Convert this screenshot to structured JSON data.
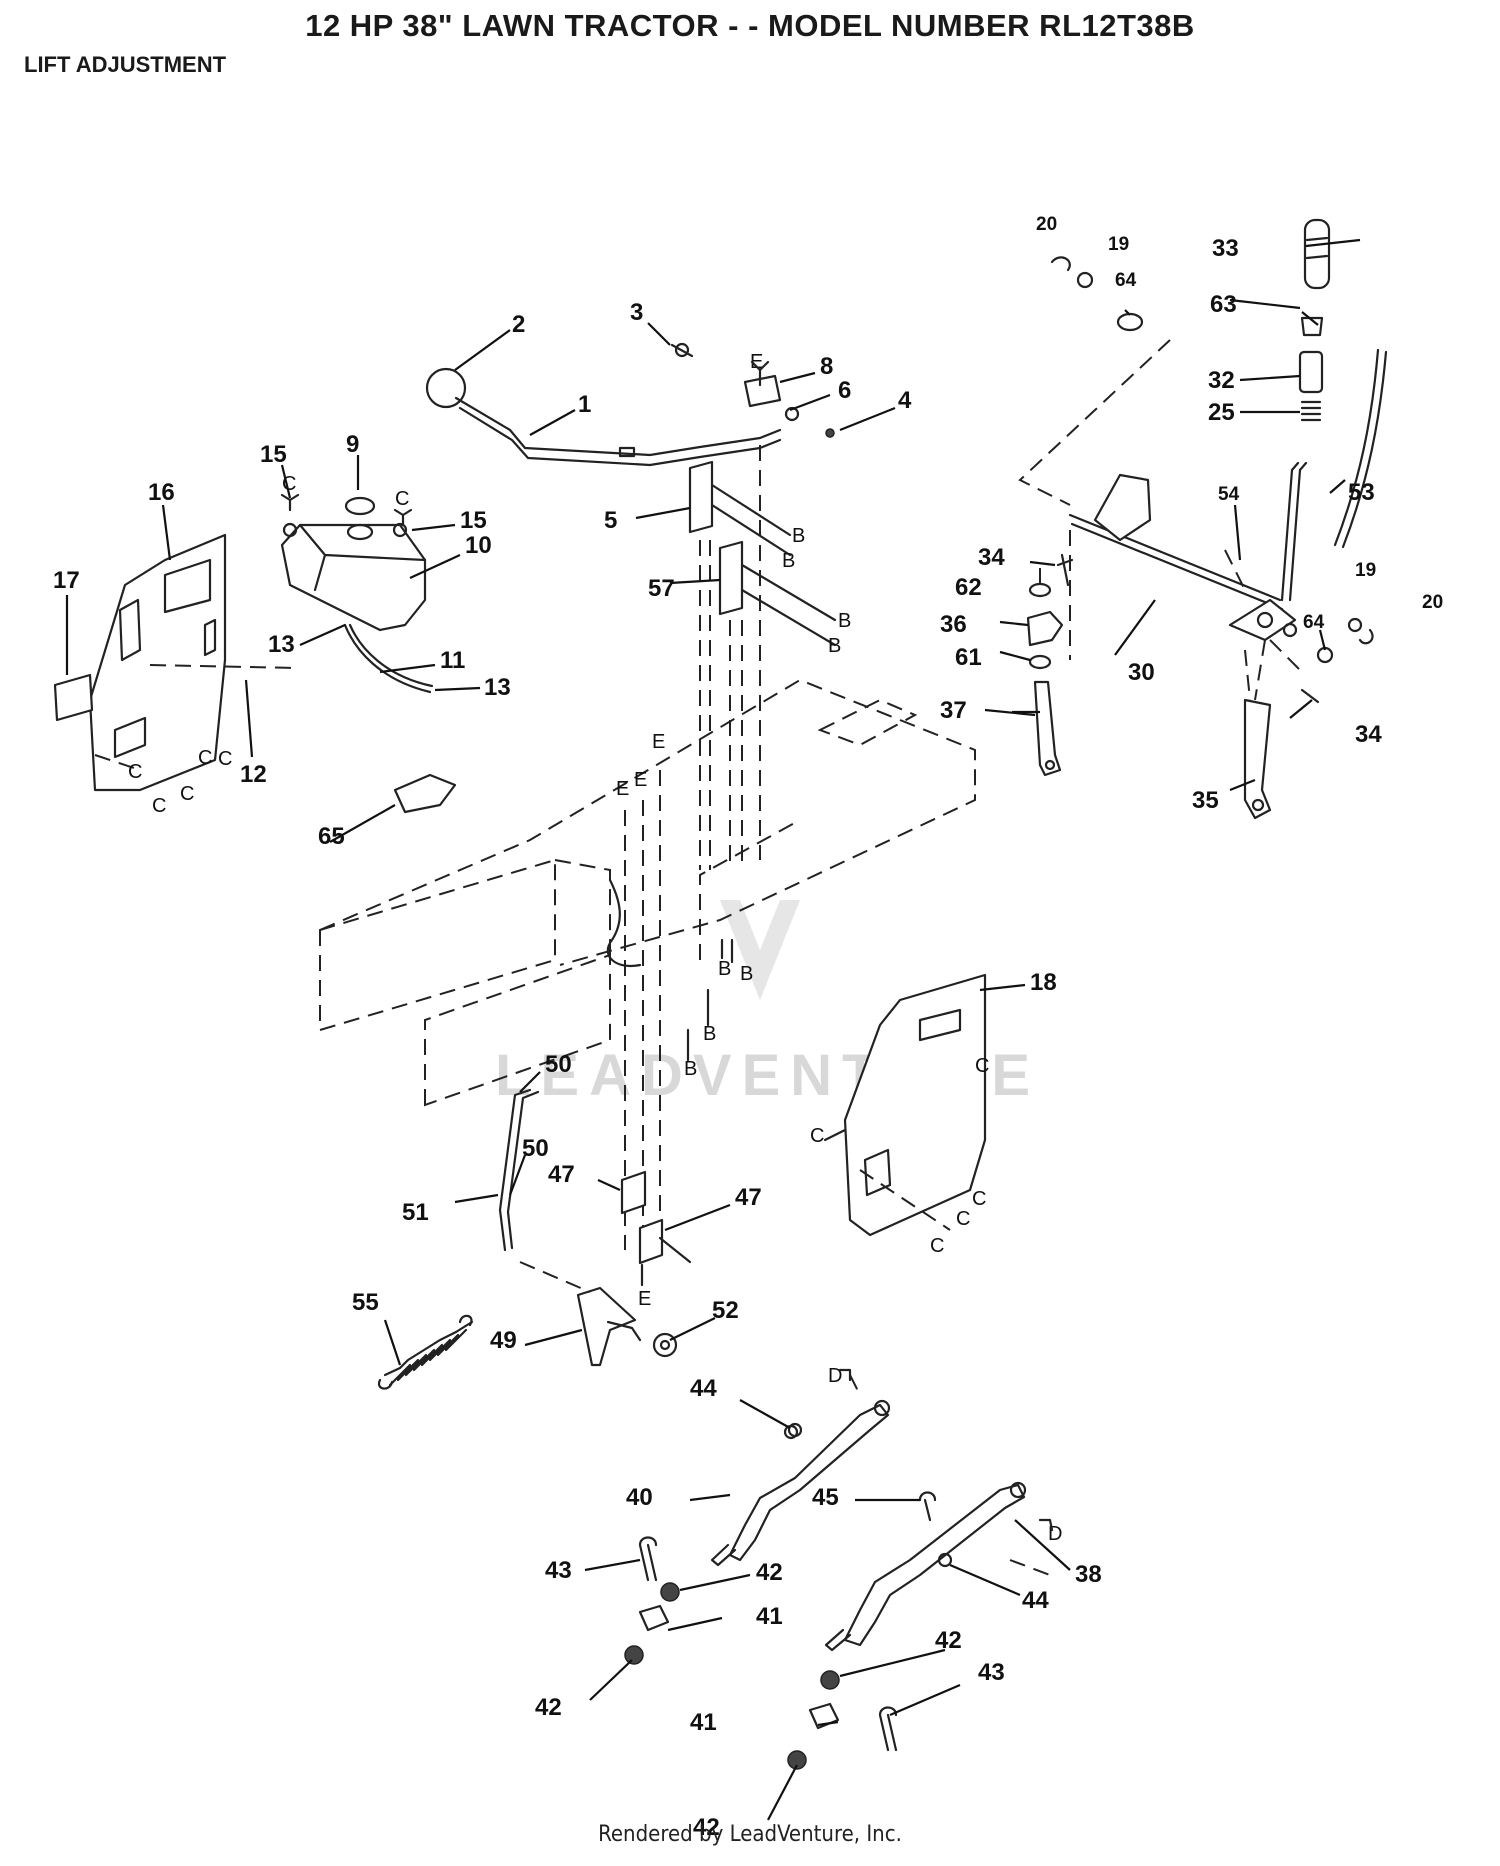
{
  "header": {
    "title": "12 HP 38\" LAWN TRACTOR - - MODEL NUMBER RL12T38B",
    "subtitle": "LIFT ADJUSTMENT"
  },
  "footer": {
    "text": "Rendered by LeadVenture, Inc."
  },
  "watermark": {
    "text": "LEADVENTURE"
  },
  "callouts": [
    {
      "label": "1"
    },
    {
      "label": "2"
    },
    {
      "label": "3"
    },
    {
      "label": "4"
    },
    {
      "label": "5"
    },
    {
      "label": "6"
    },
    {
      "label": "8"
    },
    {
      "label": "9"
    },
    {
      "label": "10"
    },
    {
      "label": "11"
    },
    {
      "label": "12"
    },
    {
      "label": "13"
    },
    {
      "label": "13"
    },
    {
      "label": "15"
    },
    {
      "label": "15"
    },
    {
      "label": "16"
    },
    {
      "label": "17"
    },
    {
      "label": "18"
    },
    {
      "label": "19"
    },
    {
      "label": "19"
    },
    {
      "label": "20"
    },
    {
      "label": "20"
    },
    {
      "label": "25"
    },
    {
      "label": "30"
    },
    {
      "label": "32"
    },
    {
      "label": "33"
    },
    {
      "label": "34"
    },
    {
      "label": "34"
    },
    {
      "label": "35"
    },
    {
      "label": "36"
    },
    {
      "label": "37"
    },
    {
      "label": "38"
    },
    {
      "label": "40"
    },
    {
      "label": "41"
    },
    {
      "label": "41"
    },
    {
      "label": "42"
    },
    {
      "label": "42"
    },
    {
      "label": "42"
    },
    {
      "label": "42"
    },
    {
      "label": "43"
    },
    {
      "label": "43"
    },
    {
      "label": "44"
    },
    {
      "label": "44"
    },
    {
      "label": "45"
    },
    {
      "label": "47"
    },
    {
      "label": "47"
    },
    {
      "label": "49"
    },
    {
      "label": "50"
    },
    {
      "label": "50"
    },
    {
      "label": "51"
    },
    {
      "label": "52"
    },
    {
      "label": "53"
    },
    {
      "label": "54"
    },
    {
      "label": "55"
    },
    {
      "label": "57"
    },
    {
      "label": "61"
    },
    {
      "label": "62"
    },
    {
      "label": "63"
    },
    {
      "label": "64"
    },
    {
      "label": "64"
    },
    {
      "label": "65"
    }
  ],
  "references": [
    {
      "label": "B"
    },
    {
      "label": "B"
    },
    {
      "label": "B"
    },
    {
      "label": "B"
    },
    {
      "label": "B"
    },
    {
      "label": "B"
    },
    {
      "label": "B"
    },
    {
      "label": "B"
    },
    {
      "label": "C"
    },
    {
      "label": "C"
    },
    {
      "label": "C"
    },
    {
      "label": "C"
    },
    {
      "label": "C"
    },
    {
      "label": "C"
    },
    {
      "label": "C"
    },
    {
      "label": "C"
    },
    {
      "label": "C"
    },
    {
      "label": "C"
    },
    {
      "label": "C"
    },
    {
      "label": "C"
    },
    {
      "label": "D"
    },
    {
      "label": "D"
    },
    {
      "label": "E"
    },
    {
      "label": "E"
    },
    {
      "label": "E"
    },
    {
      "label": "E"
    },
    {
      "label": "E"
    }
  ]
}
